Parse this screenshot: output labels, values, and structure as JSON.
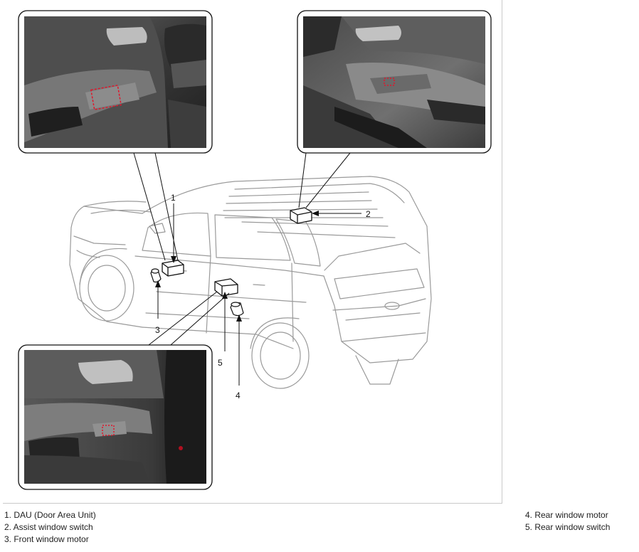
{
  "callouts": [
    "1",
    "2",
    "3",
    "4",
    "5"
  ],
  "legend": [
    "1. DAU (Door Area Unit)",
    "2. Assist window switch",
    "3. Front window motor",
    "4. Rear window motor",
    "5. Rear window switch"
  ],
  "colors": {
    "line": "#111111",
    "car_outline": "#9a9a9a",
    "photo_dark": "#2f2f2f",
    "photo_mid": "#5a5a5a",
    "highlight": "#e0162b"
  }
}
